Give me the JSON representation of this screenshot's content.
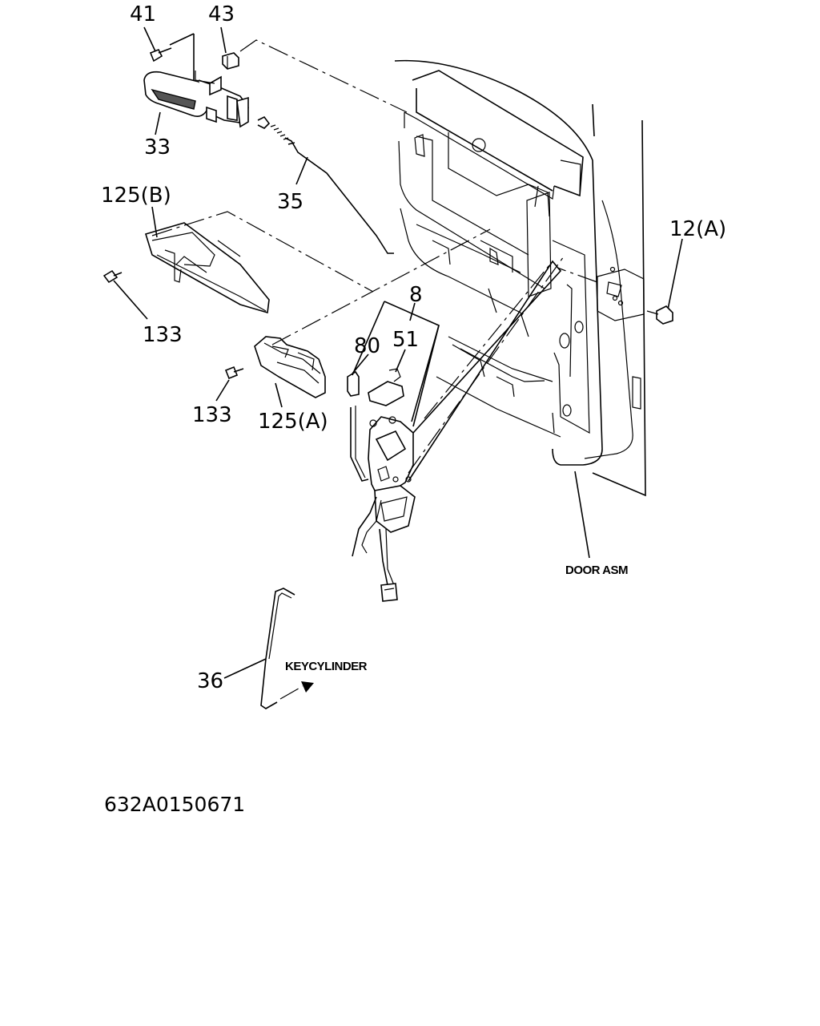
{
  "diagram": {
    "part_numbers": {
      "p41": "41",
      "p43": "43",
      "p33": "33",
      "p35": "35",
      "p125b": "125(B)",
      "p12a": "12(A)",
      "p133_top": "133",
      "p8": "8",
      "p80": "80",
      "p51": "51",
      "p133_bottom": "133",
      "p125a": "125(A)",
      "p36": "36"
    },
    "notes": {
      "door_asm": "DOOR ASM",
      "key_cylinder": "KEYCYLINDER"
    },
    "drawing_code": "632A0150671"
  }
}
